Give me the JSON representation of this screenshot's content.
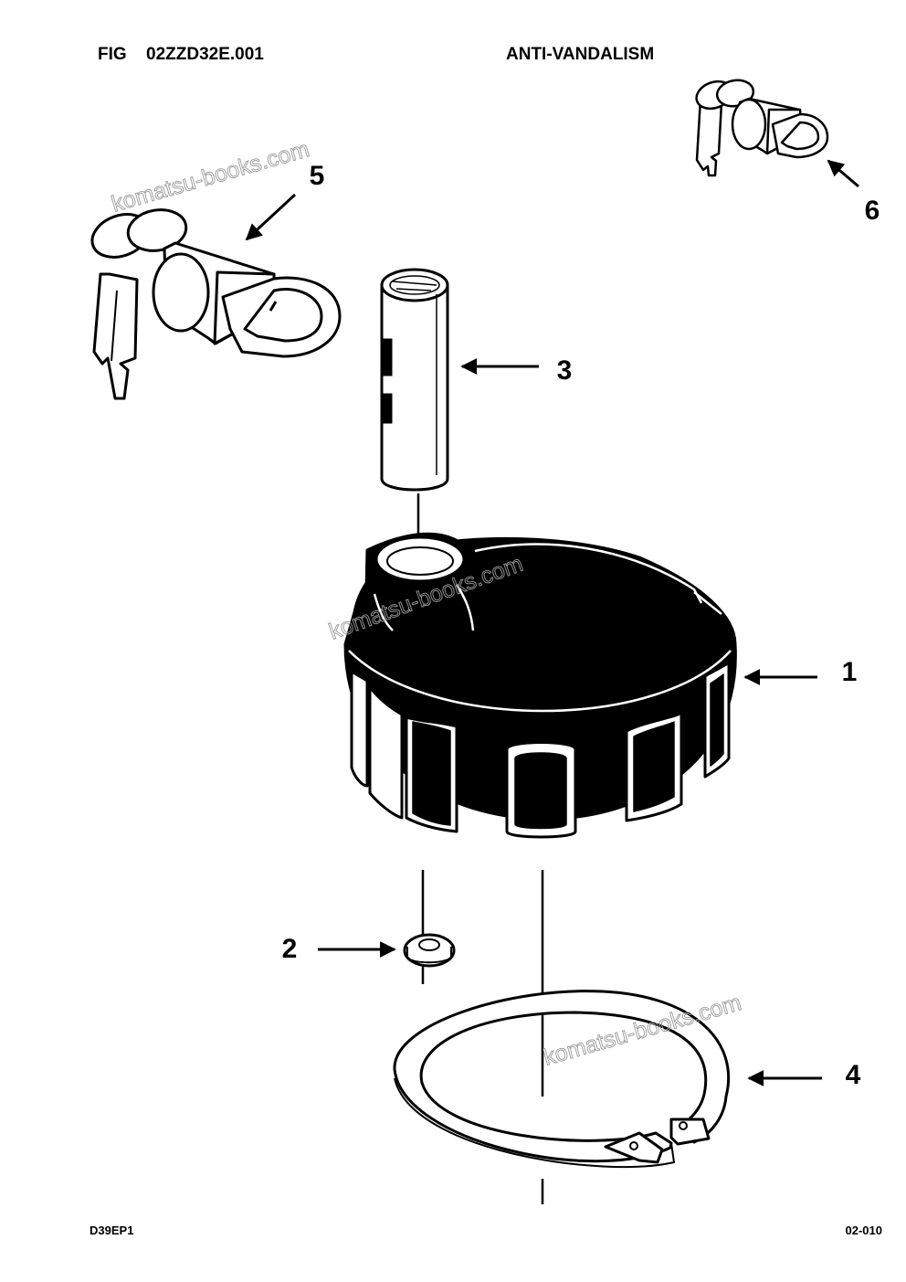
{
  "header": {
    "fig_label": "FIG",
    "fig_code": "02ZZD32E.001",
    "title": "ANTI-VANDALISM"
  },
  "footer": {
    "doc_code": "D39EP1",
    "page_number": "02-010"
  },
  "watermark": "komatsu-books.com",
  "callouts": [
    "1",
    "2",
    "3",
    "4",
    "5",
    "6"
  ],
  "colors": {
    "ink": "#000000",
    "paper": "#ffffff",
    "watermark": "#9a9a9a"
  }
}
